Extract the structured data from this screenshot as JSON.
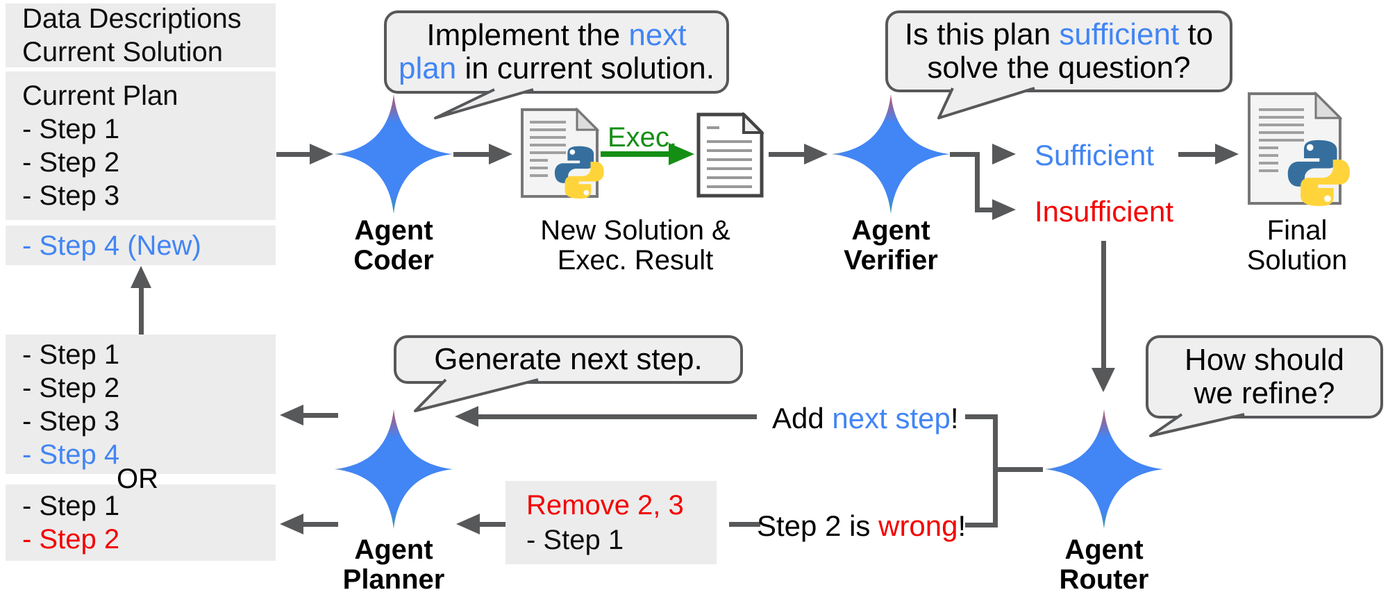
{
  "colors": {
    "accent_blue": "#4285f4",
    "alert_red": "#f40000",
    "exec_green": "#148f14",
    "arrow_gray": "#57585a",
    "box_gray": "#ececec",
    "bubble_gray": "#efefef",
    "star_red": "#ea4335",
    "star_yellow": "#fbbc04",
    "star_green": "#34a853",
    "star_blue": "#4285f4"
  },
  "left_panel": {
    "box1": {
      "l1": "Data Descriptions",
      "l2": "Current Solution"
    },
    "box2": {
      "l1": "Current Plan",
      "l2": "- Step 1",
      "l3": "- Step 2",
      "l4": "- Step 3"
    },
    "box3": {
      "l1": "- Step 4 (New)"
    },
    "boxA": {
      "l1": "- Step 1",
      "l2": "- Step 2",
      "l3": "- Step 3",
      "l4": "- Step 4"
    },
    "or_label": "OR",
    "boxB": {
      "l1": "- Step 1",
      "l2": "- Step 2"
    }
  },
  "bubbles": {
    "coder": {
      "l1a": "Implement the ",
      "l1b": "next",
      "l2a": "plan",
      "l2b": " in current solution."
    },
    "verifier": {
      "l1a": "Is this plan ",
      "l1b": "sufficient",
      "l1c": " to",
      "l2": "solve the question?"
    },
    "planner": {
      "text": "Generate next step."
    },
    "router": {
      "l1": "How should",
      "l2": "we refine?"
    }
  },
  "agents": {
    "coder": {
      "l1": "Agent",
      "l2": "Coder"
    },
    "verifier": {
      "l1": "Agent",
      "l2": "Verifier"
    },
    "planner": {
      "l1": "Agent",
      "l2": "Planner"
    },
    "router": {
      "l1": "Agent",
      "l2": "Router"
    }
  },
  "flow": {
    "exec_label": "Exec.",
    "new_solution": {
      "l1": "New Solution &",
      "l2": "Exec. Result"
    },
    "sufficient": "Sufficient",
    "insufficient": "Insufficient",
    "final_solution": {
      "l1": "Final",
      "l2": "Solution"
    },
    "add_next": {
      "a": "Add ",
      "b": "next step",
      "c": "!"
    },
    "step2_wrong": {
      "a": "Step 2 is ",
      "b": "wrong",
      "c": "!"
    },
    "remove_box": {
      "l1": "Remove 2, 3",
      "l2": "- Step 1"
    }
  }
}
